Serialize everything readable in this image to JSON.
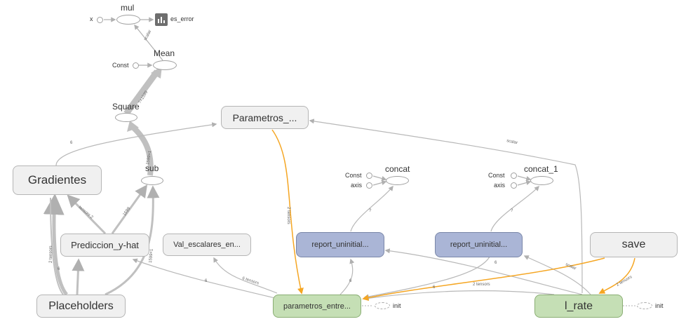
{
  "nodes": {
    "mul": "mul",
    "x": "x",
    "es_error": "es_error",
    "mean": "Mean",
    "const": "Const",
    "square": "Square",
    "sub": "sub",
    "parametros": "Parametros_...",
    "gradientes": "Gradientes",
    "prediccion": "Prediccion_y-hat",
    "val_escalares": "Val_escalares_en...",
    "placeholders": "Placeholders",
    "parametros_entre": "parametros_entre...",
    "report1": "report_uninitial...",
    "report2": "report_uninitial...",
    "concat": "concat",
    "concat_1": "concat_1",
    "concat_const": "Const",
    "concat_axis": "axis",
    "concat1_const": "Const",
    "concat1_axis": "axis",
    "save": "save",
    "l_rate": "l_rate",
    "init_a": "init",
    "init_b": "init"
  },
  "edge_labels": {
    "mean_mul": "scalar",
    "square_mean": "?×1599",
    "sub_square": "1599×1",
    "grad_param": "6",
    "pred_grad": "tensors 2",
    "pred_sub": "1599",
    "ph_grad": "2 tensors",
    "ph_pred": "6",
    "ph_sub": "1599×1",
    "pe_param": "2 tensors",
    "pe_val": "6 tensors",
    "pe_pred": "6",
    "pe_r1": "6",
    "r1_concat": "?",
    "r2_concat1": "?",
    "lr_param": "scalar",
    "lr_r2": "6",
    "lr_r1": "scalar",
    "lr_pe": "2 tensors",
    "save_pe": "6",
    "save_lr": "2 tensors"
  }
}
